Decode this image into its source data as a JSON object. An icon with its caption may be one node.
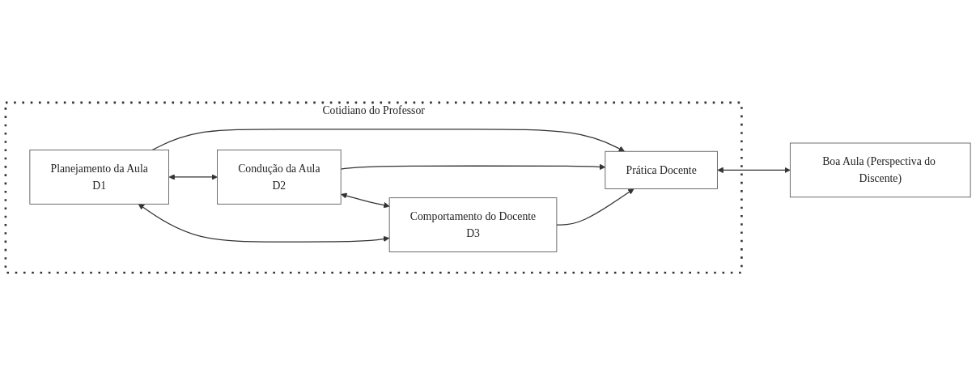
{
  "diagram": {
    "nodes": [
      {
        "text": [
          "Cotidiano do Professor"
        ]
      },
      {
        "text": [
          "Planejamento da Aula",
          "D1"
        ],
        "in": 0
      },
      {
        "text": [
          "Condução da Aula",
          "D2"
        ],
        "in": 0
      },
      {
        "text": [
          "Comportamento do Docente",
          "D3"
        ],
        "in": 0
      },
      {
        "text": [
          "Prática Docente"
        ],
        "in": 0
      },
      {
        "text": [
          "Boa Aula (Perspectiva do Discente)"
        ]
      }
    ],
    "edges": [
      {
        "from": 3,
        "to": 1,
        "arrow": "both"
      },
      {
        "from": 1,
        "to": 2,
        "arrow": "both"
      },
      {
        "from": 2,
        "to": 3,
        "arrow": "both"
      },
      {
        "from": 1,
        "to": 4,
        "arrow": "to"
      },
      {
        "from": 2,
        "to": 4,
        "arrow": "to"
      },
      {
        "from": 3,
        "to": 4,
        "arrow": "to"
      },
      {
        "from": 4,
        "to": 5,
        "arrow": "both"
      }
    ]
  }
}
